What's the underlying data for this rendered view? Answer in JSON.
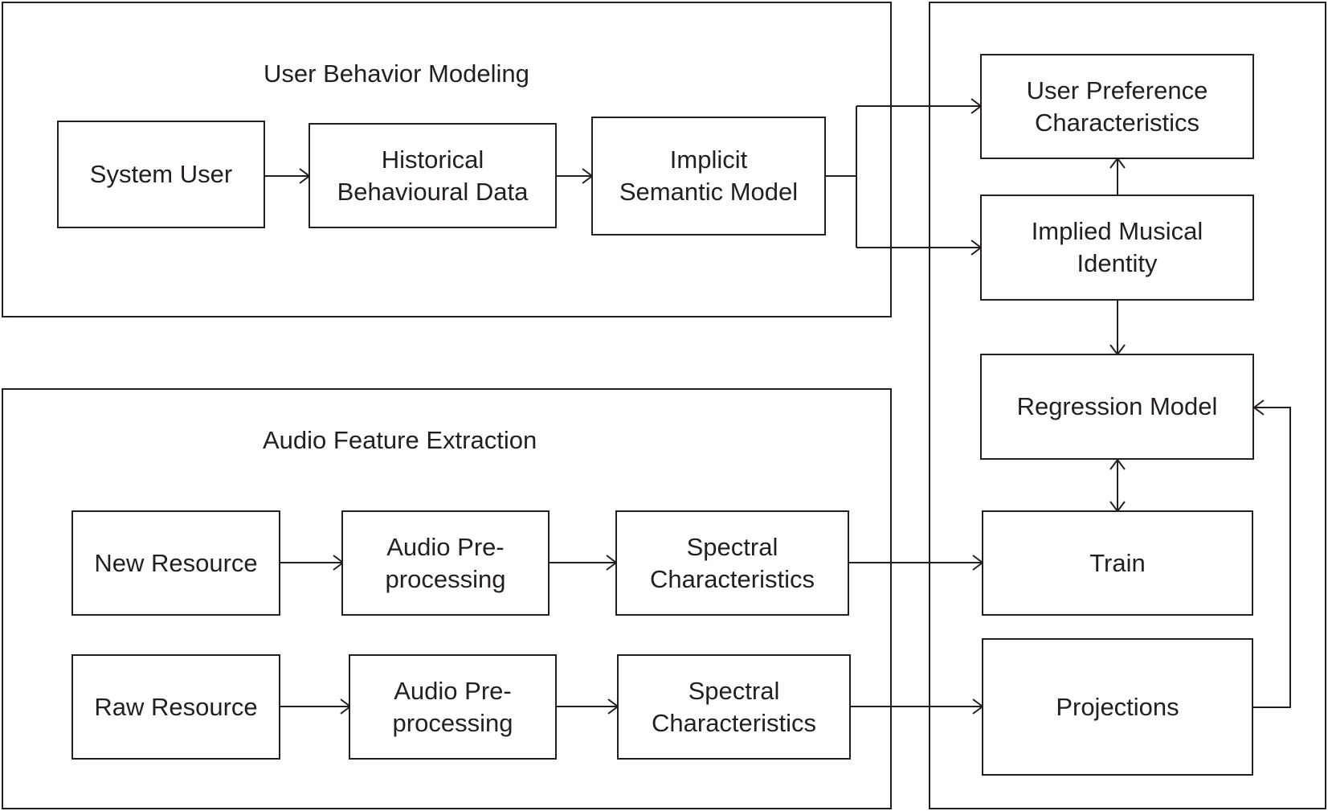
{
  "sections": {
    "user_behavior": {
      "title": "User Behavior Modeling"
    },
    "audio_feature": {
      "title": "Audio Feature Extraction"
    },
    "right": {
      "title": ""
    }
  },
  "nodes": {
    "system_user": "System User",
    "historical": "Historical\nBehavioural Data",
    "implicit_semantic": "Implicit\nSemantic Model",
    "user_preference": "User Preference\nCharacteristics",
    "implied_identity": "Implied Musical\nIdentity",
    "regression": "Regression Model",
    "train": "Train",
    "projections": "Projections",
    "new_resource": "New Resource",
    "audio_pre_1": "Audio Pre-\nprocessing",
    "spectral_1": "Spectral\nCharacteristics",
    "raw_resource": "Raw Resource",
    "audio_pre_2": "Audio Pre-\nprocessing",
    "spectral_2": "Spectral\nCharacteristics"
  },
  "edges": [
    {
      "from": "system_user",
      "to": "historical"
    },
    {
      "from": "historical",
      "to": "implicit_semantic"
    },
    {
      "from": "implicit_semantic",
      "to": "user_preference"
    },
    {
      "from": "implicit_semantic",
      "to": "implied_identity"
    },
    {
      "from": "implied_identity",
      "to": "user_preference"
    },
    {
      "from": "implied_identity",
      "to": "regression"
    },
    {
      "from": "regression",
      "to": "train",
      "bidirectional": true
    },
    {
      "from": "projections",
      "to": "regression"
    },
    {
      "from": "new_resource",
      "to": "audio_pre_1"
    },
    {
      "from": "audio_pre_1",
      "to": "spectral_1"
    },
    {
      "from": "spectral_1",
      "to": "train"
    },
    {
      "from": "raw_resource",
      "to": "audio_pre_2"
    },
    {
      "from": "audio_pre_2",
      "to": "spectral_2"
    },
    {
      "from": "spectral_2",
      "to": "projections"
    }
  ]
}
